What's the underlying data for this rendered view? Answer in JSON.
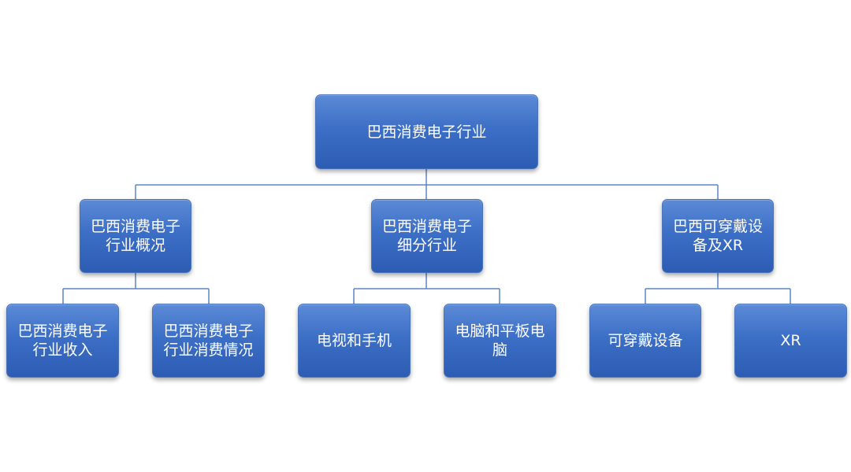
{
  "diagram": {
    "root": {
      "label": "巴西消费电子行业"
    },
    "level1": {
      "overview": {
        "label": "巴西消费电子行业概况"
      },
      "segments": {
        "label": "巴西消费电子细分行业"
      },
      "wearables": {
        "label": "巴西可穿戴设备及XR"
      }
    },
    "level2": {
      "income": {
        "label": "巴西消费电子行业收入"
      },
      "consumption": {
        "label": "巴西消费电子行业消费情况"
      },
      "tv": {
        "label": "电视和手机"
      },
      "computer": {
        "label": "电脑和平板电脑"
      },
      "wearable_devices": {
        "label": "可穿戴设备"
      },
      "xr": {
        "label": "XR"
      }
    },
    "colors": {
      "node_fill": "#3c6fc6",
      "connector": "#5b86c5",
      "text": "#ffffff"
    }
  }
}
